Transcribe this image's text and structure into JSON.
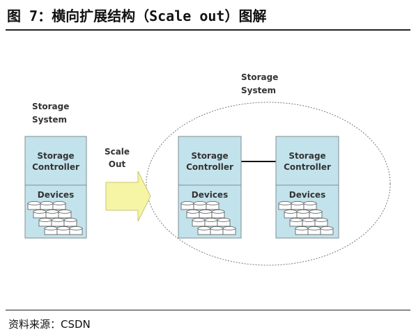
{
  "header": {
    "title": "图 7：横向扩展结构（Scale out）图解"
  },
  "footer": {
    "source": "资料来源：CSDN"
  },
  "diagram": {
    "left_system": {
      "label": [
        "Storage",
        "System"
      ],
      "controller_label": [
        "Storage",
        "Controller"
      ],
      "devices_label": "Devices"
    },
    "arrow_label": [
      "Scale",
      "Out"
    ],
    "right_system": {
      "label": [
        "Storage",
        "System"
      ],
      "nodes": [
        {
          "controller_label": [
            "Storage",
            "Controller"
          ],
          "devices_label": "Devices"
        },
        {
          "controller_label": [
            "Storage",
            "Controller"
          ],
          "devices_label": "Devices"
        }
      ]
    },
    "colors": {
      "box_fill": "#c3e3ec",
      "box_stroke": "#7f8c92",
      "arrow_fill": "#f6f5a6",
      "arrow_stroke": "#c9c66a",
      "ellipse_stroke": "#777777"
    }
  }
}
